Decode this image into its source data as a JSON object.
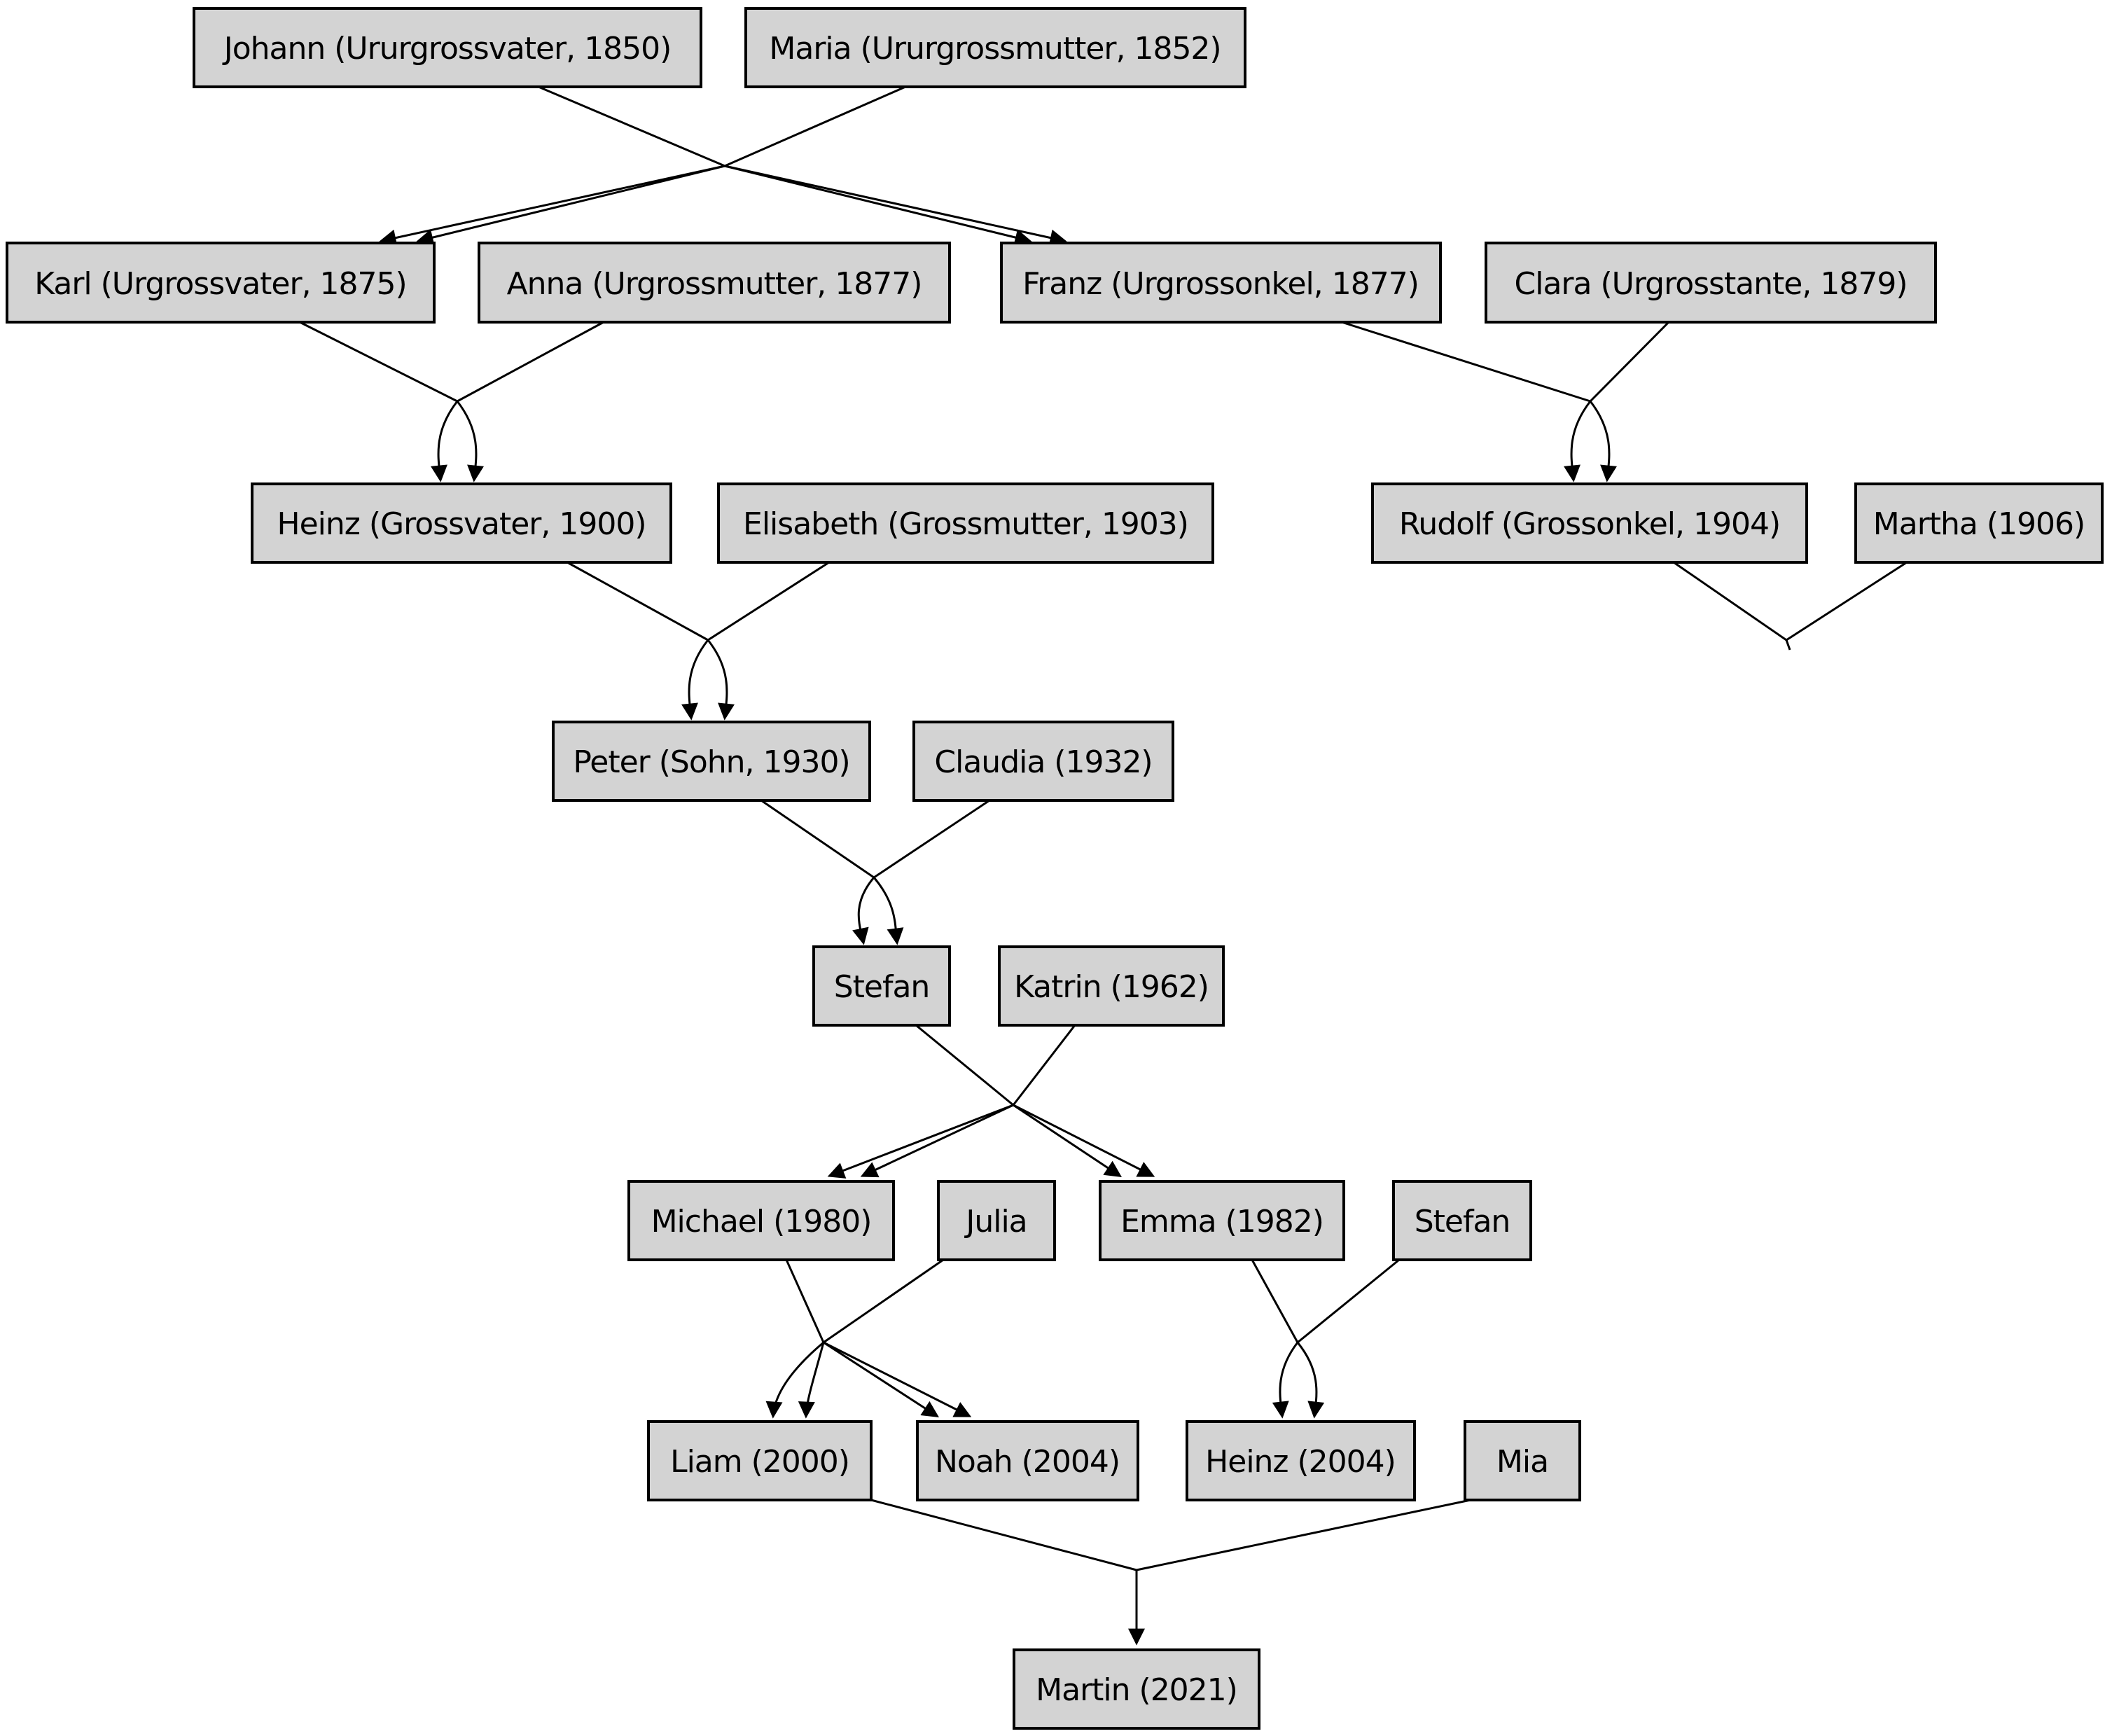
{
  "nodes": {
    "johann": {
      "label": "Johann (Ururgrossvater, 1850)"
    },
    "maria": {
      "label": "Maria (Ururgrossmutter, 1852)"
    },
    "karl": {
      "label": "Karl (Urgrossvater, 1875)"
    },
    "anna": {
      "label": "Anna (Urgrossmutter, 1877)"
    },
    "franz": {
      "label": "Franz (Urgrossonkel, 1877)"
    },
    "clara": {
      "label": "Clara (Urgrosstante, 1879)"
    },
    "heinz": {
      "label": "Heinz (Grossvater, 1900)"
    },
    "elisabeth": {
      "label": "Elisabeth (Grossmutter, 1903)"
    },
    "rudolf": {
      "label": "Rudolf (Grossonkel, 1904)"
    },
    "martha": {
      "label": "Martha (1906)"
    },
    "peter": {
      "label": "Peter (Sohn, 1930)"
    },
    "claudia": {
      "label": "Claudia (1932)"
    },
    "stefan": {
      "label": "Stefan"
    },
    "katrin": {
      "label": "Katrin (1962)"
    },
    "michael": {
      "label": "Michael (1980)"
    },
    "julia": {
      "label": "Julia"
    },
    "emma": {
      "label": "Emma (1982)"
    },
    "stefan_jr": {
      "label": "Stefan"
    },
    "liam": {
      "label": "Liam (2000)"
    },
    "noah": {
      "label": "Noah (2004)"
    },
    "heinz_jr": {
      "label": "Heinz (2004)"
    },
    "mia": {
      "label": "Mia"
    },
    "martin": {
      "label": "Martin (2021)"
    }
  },
  "relationships": [
    {
      "parents": [
        "johann",
        "maria"
      ],
      "children": [
        "karl",
        "franz"
      ]
    },
    {
      "parents": [
        "karl",
        "anna"
      ],
      "children": [
        "heinz"
      ]
    },
    {
      "parents": [
        "franz",
        "clara"
      ],
      "children": [
        "rudolf"
      ]
    },
    {
      "parents": [
        "heinz",
        "elisabeth"
      ],
      "children": [
        "peter"
      ]
    },
    {
      "parents": [
        "rudolf",
        "martha"
      ],
      "children": []
    },
    {
      "parents": [
        "peter",
        "claudia"
      ],
      "children": [
        "stefan"
      ]
    },
    {
      "parents": [
        "stefan",
        "katrin"
      ],
      "children": [
        "michael",
        "emma"
      ]
    },
    {
      "parents": [
        "michael",
        "julia"
      ],
      "children": [
        "liam",
        "noah"
      ]
    },
    {
      "parents": [
        "emma",
        "stefan_jr"
      ],
      "children": [
        "heinz_jr"
      ]
    },
    {
      "parents": [
        "liam",
        "mia"
      ],
      "children": [
        "martin"
      ]
    }
  ],
  "colors": {
    "node_fill": "#d3d3d3",
    "node_border": "#000000",
    "edge": "#000000",
    "background": "#ffffff"
  }
}
